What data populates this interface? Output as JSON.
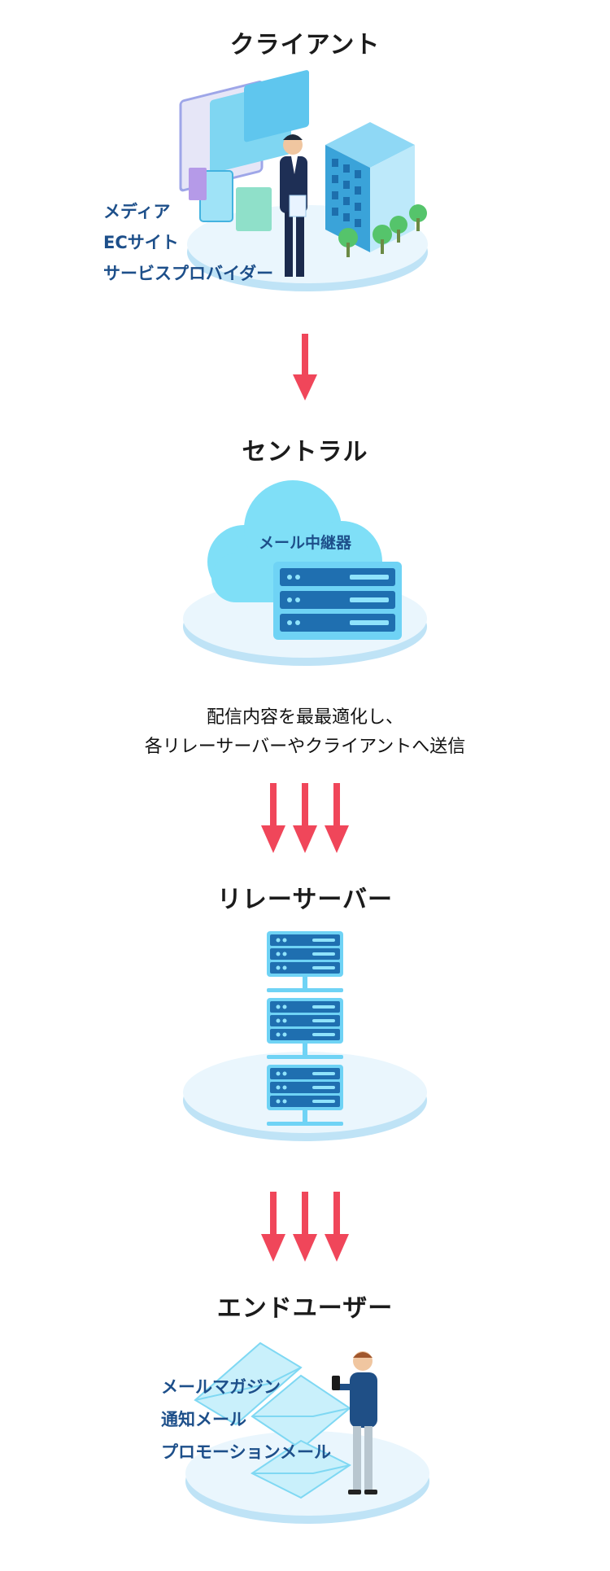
{
  "sections": {
    "client": {
      "title": "クライアント",
      "labels": [
        "メディア",
        "ECサイト",
        "サービスプロバイダー"
      ]
    },
    "central": {
      "title": "セントラル",
      "cloud_label": "メール中継器",
      "caption_lines": [
        "配信内容を最最適化し、",
        "各リレーサーバーやクライアントへ送信"
      ]
    },
    "relay": {
      "title": "リレーサーバー"
    },
    "enduser": {
      "title": "エンドユーザー",
      "labels": [
        "メールマガジン",
        "通知メール",
        "プロモーションメール"
      ]
    }
  },
  "colors": {
    "arrow": "#f0465a",
    "platform_top": "#eaf6fd",
    "platform_edge": "#bfe3f6",
    "server_dark": "#1f6fb0",
    "server_light": "#6fd3f5",
    "text_blue": "#1d4f8a"
  }
}
